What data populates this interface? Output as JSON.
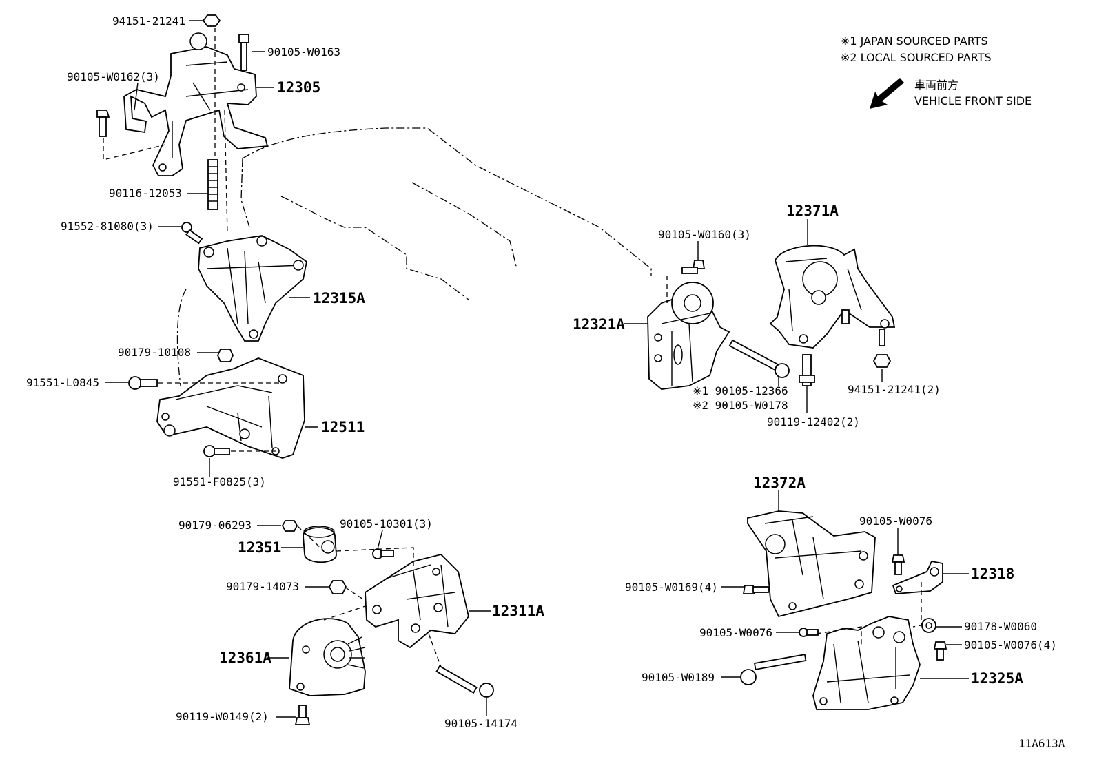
{
  "notes": {
    "note1": "※1  JAPAN SOURCED PARTS",
    "note2": "※2  LOCAL SOURCED PARTS",
    "front_jp": "車両前方",
    "front_en": "VEHICLE FRONT SIDE",
    "drawing_no": "11A613A"
  },
  "parts": {
    "p_94151_21241": "94151-21241",
    "p_90105_W0163": "90105-W0163",
    "p_90105_W0162": "90105-W0162(3)",
    "p_12305": "12305",
    "p_90116_12053": "90116-12053",
    "p_91552_81080": "91552-81080(3)",
    "p_12315A": "12315A",
    "p_90179_10108": "90179-10108",
    "p_91551_L0845": "91551-L0845",
    "p_12511": "12511",
    "p_91551_F0825": "91551-F0825(3)",
    "p_90179_06293": "90179-06293",
    "p_90105_10301": "90105-10301(3)",
    "p_12351": "12351",
    "p_90179_14073": "90179-14073",
    "p_12311A": "12311A",
    "p_12361A": "12361A",
    "p_90119_W0149": "90119-W0149(2)",
    "p_90105_14174": "90105-14174",
    "p_90105_W0160": "90105-W0160(3)",
    "p_12371A": "12371A",
    "p_12321A": "12321A",
    "p_90105_12366": "※1 90105-12366",
    "p_90105_W0178": "※2 90105-W0178",
    "p_90119_12402": "90119-12402(2)",
    "p_94151_21241_2": "94151-21241(2)",
    "p_12372A": "12372A",
    "p_90105_W0076_a": "90105-W0076",
    "p_90105_W0169": "90105-W0169(4)",
    "p_12318": "12318",
    "p_90105_W0076_b": "90105-W0076",
    "p_90178_W0060": "90178-W0060",
    "p_90105_W0076_c": "90105-W0076(4)",
    "p_90105_W0189": "90105-W0189",
    "p_12325A": "12325A"
  }
}
